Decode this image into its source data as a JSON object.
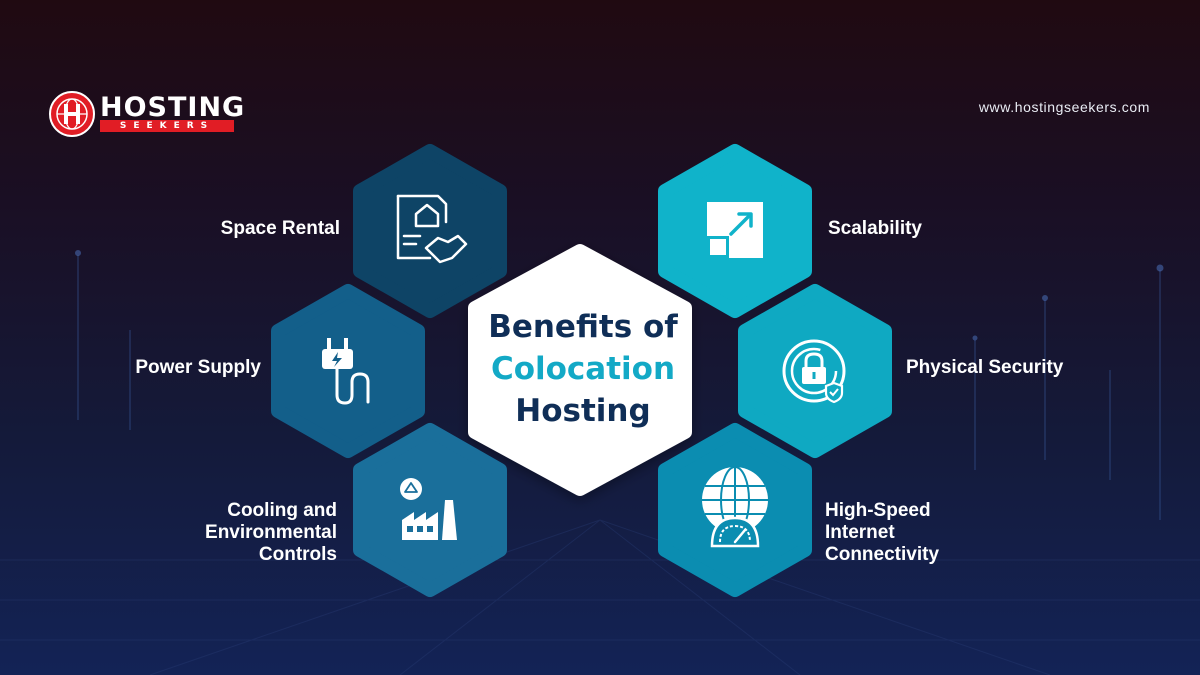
{
  "brand": {
    "logo_text": "HOSTING",
    "logo_subtext": "SEEKERS",
    "website": "www.hostingseekers.com"
  },
  "title": {
    "line1": "Benefits of",
    "line2": "Colocation",
    "line3": "Hosting"
  },
  "benefits": [
    {
      "label": "Space Rental",
      "icon": "contract-handshake-icon"
    },
    {
      "label": "Power Supply",
      "icon": "power-plug-icon"
    },
    {
      "label_lines": [
        "Cooling and",
        "Environmental",
        "Controls"
      ],
      "icon": "factory-recycle-icon"
    },
    {
      "label": "Scalability",
      "icon": "expand-arrow-icon"
    },
    {
      "label": "Physical Security",
      "icon": "security-lock-icon"
    },
    {
      "label_lines": [
        "High-Speed",
        "Internet",
        "Connectivity"
      ],
      "icon": "globe-speedometer-icon"
    }
  ],
  "colors": {
    "navy_hex": "#0e4466",
    "blue_hex": "#135f8a",
    "teal_hex": "#10b3ca",
    "title_dark": "#0f2e57",
    "title_accent": "#13a9c6",
    "logo_red": "#e11d25"
  }
}
